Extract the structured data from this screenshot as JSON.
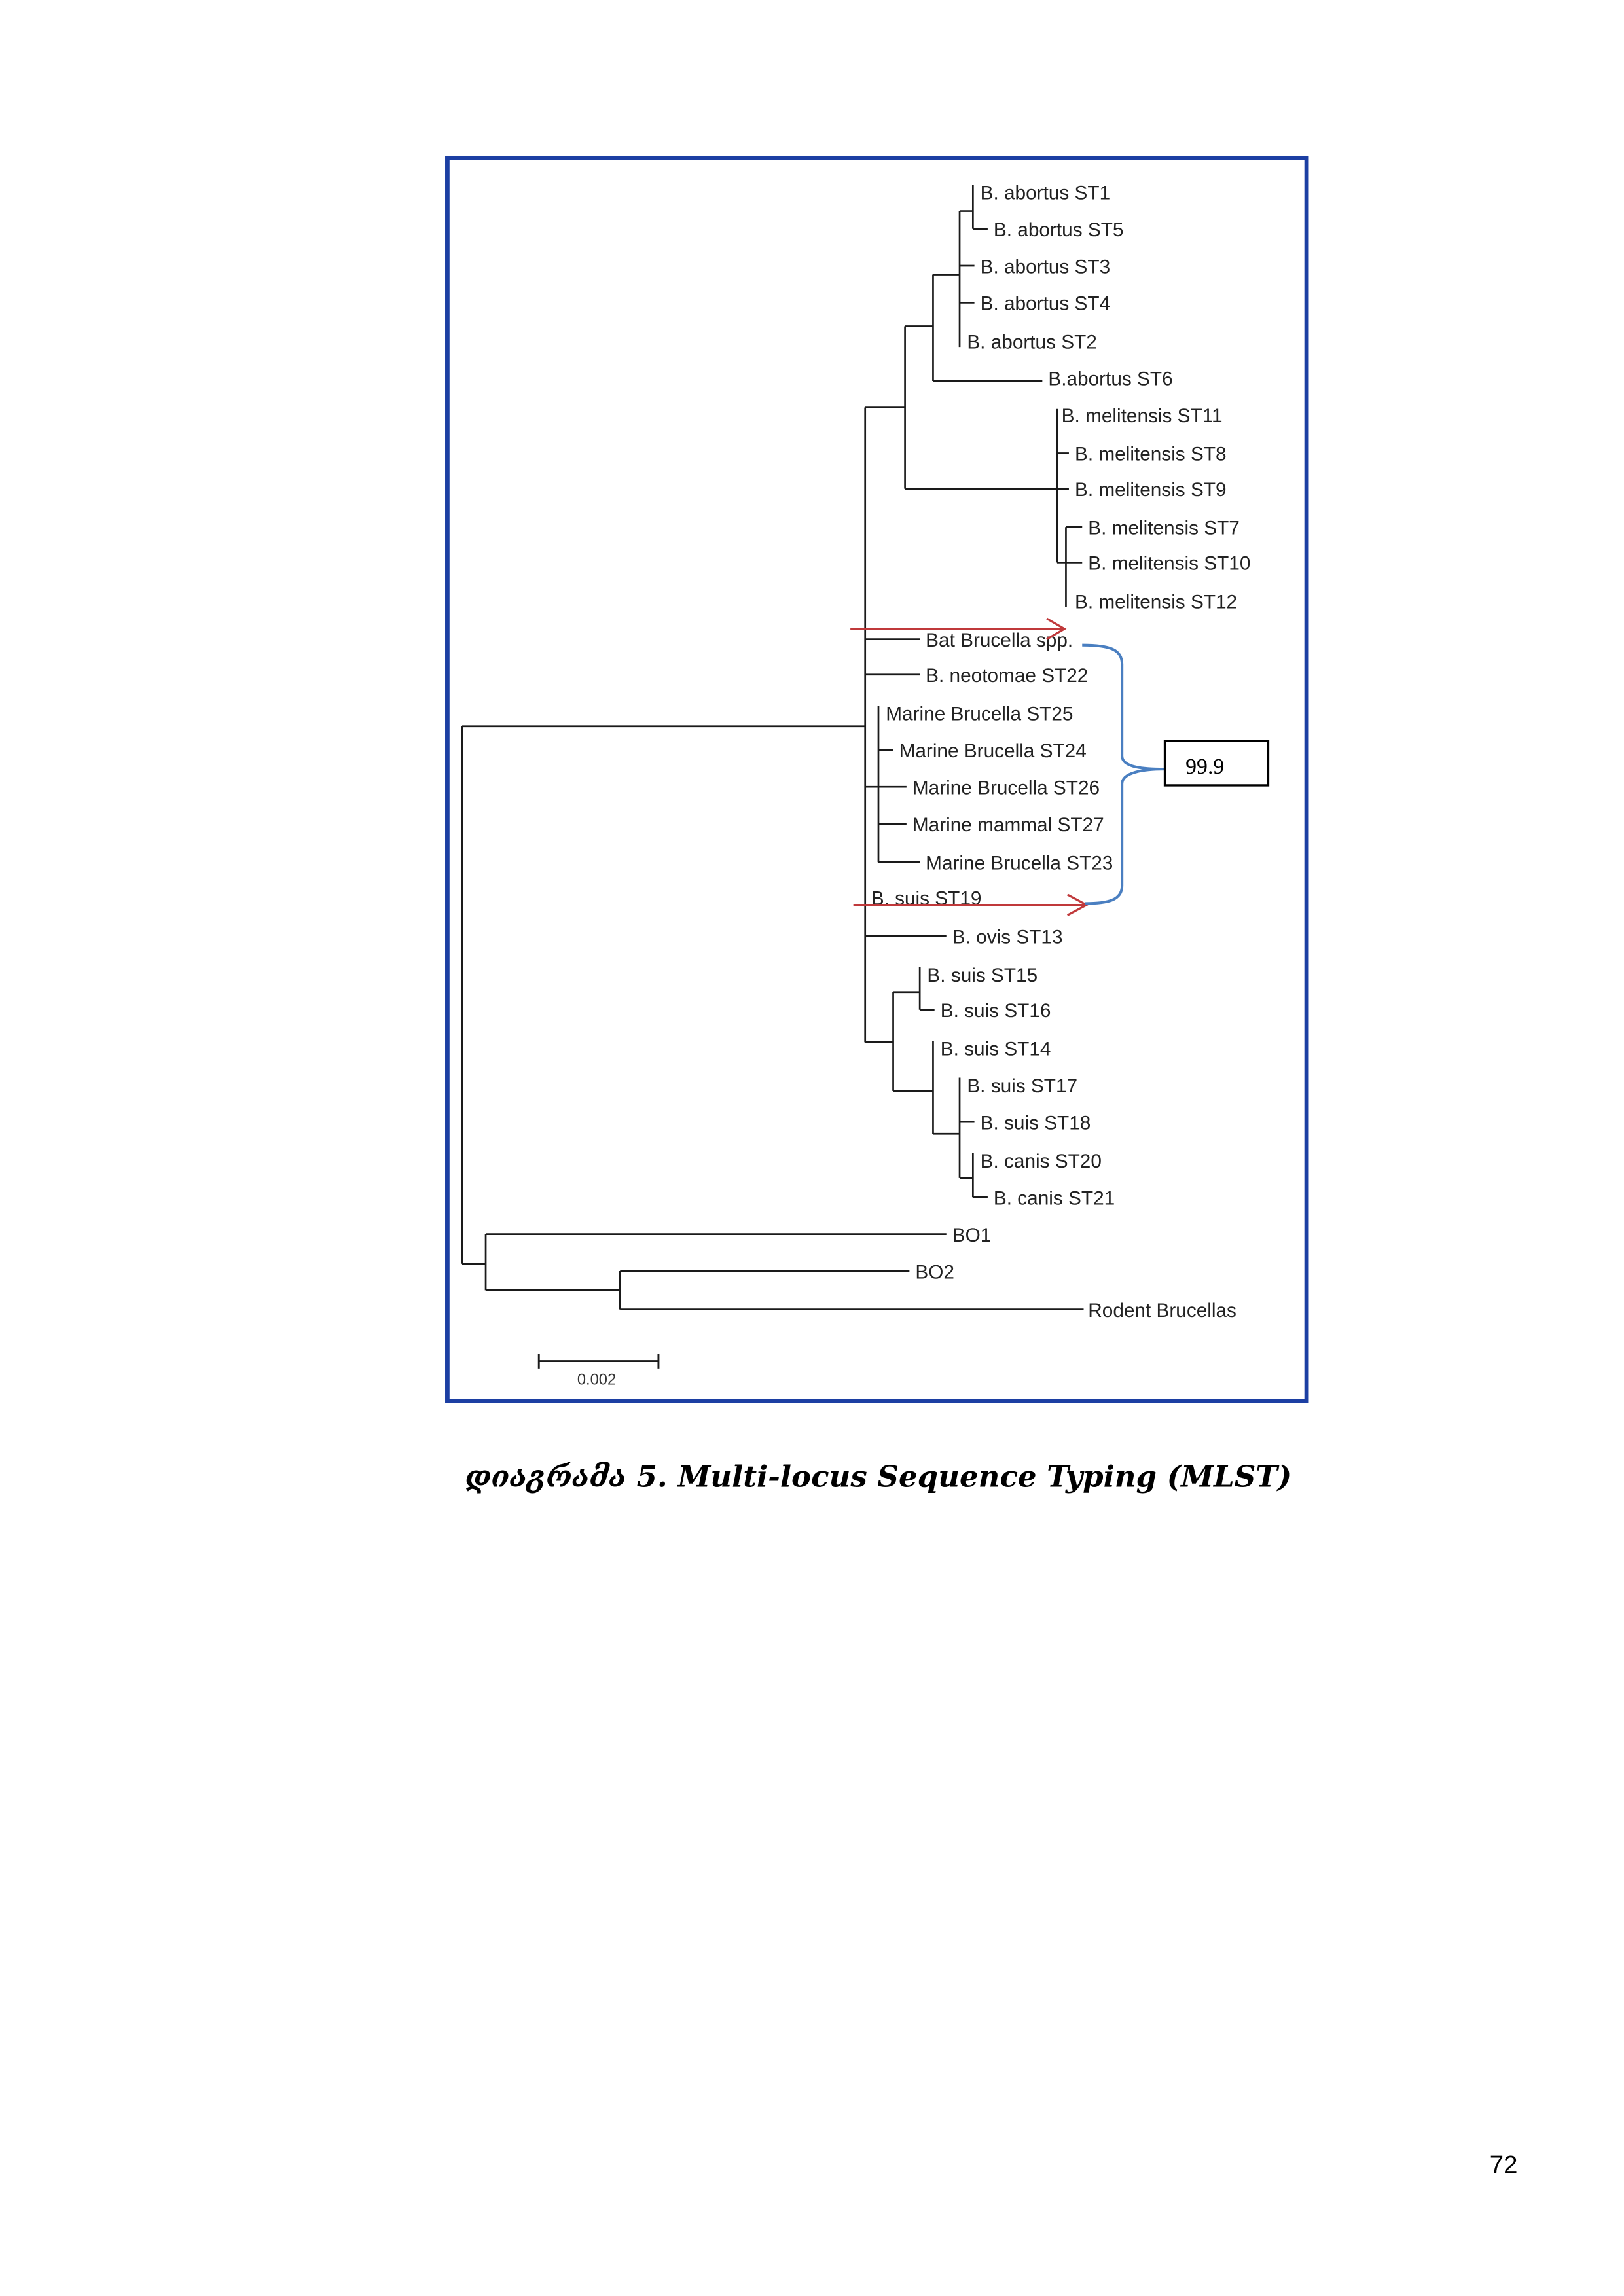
{
  "figure": {
    "leaves": [
      "B. abortus ST1",
      "B. abortus ST5",
      "B. abortus ST3",
      "B. abortus ST4",
      "B. abortus ST2",
      "B.abortus ST6",
      "B. melitensis ST11",
      "B. melitensis ST8",
      "B. melitensis ST9",
      "B. melitensis ST7",
      "B. melitensis ST10",
      "B. melitensis ST12",
      "Bat Brucella spp.",
      "B. neotomae ST22",
      "Marine Brucella ST25",
      "Marine Brucella ST24",
      "Marine Brucella ST26",
      "Marine mammal ST27",
      "Marine Brucella ST23",
      "B. suis ST19",
      "B. ovis ST13",
      "B. suis ST15",
      "B. suis ST16",
      "B. suis ST14",
      "B. suis ST17",
      "B. suis ST18",
      "B. canis ST20",
      "B. canis ST21",
      "BO1",
      "BO2",
      "Rodent Brucellas"
    ],
    "scale_bar_label": "0.002",
    "bracket_annotation": "99.9",
    "colors": {
      "frame": "#1c3fa3",
      "arrow": "#c0393b",
      "bracket": "#4a7fc1",
      "branch": "#1a1a1a"
    }
  },
  "caption": "დიაგრამა 5. Multi-locus Sequence Typing (MLST)",
  "page_number": "72"
}
